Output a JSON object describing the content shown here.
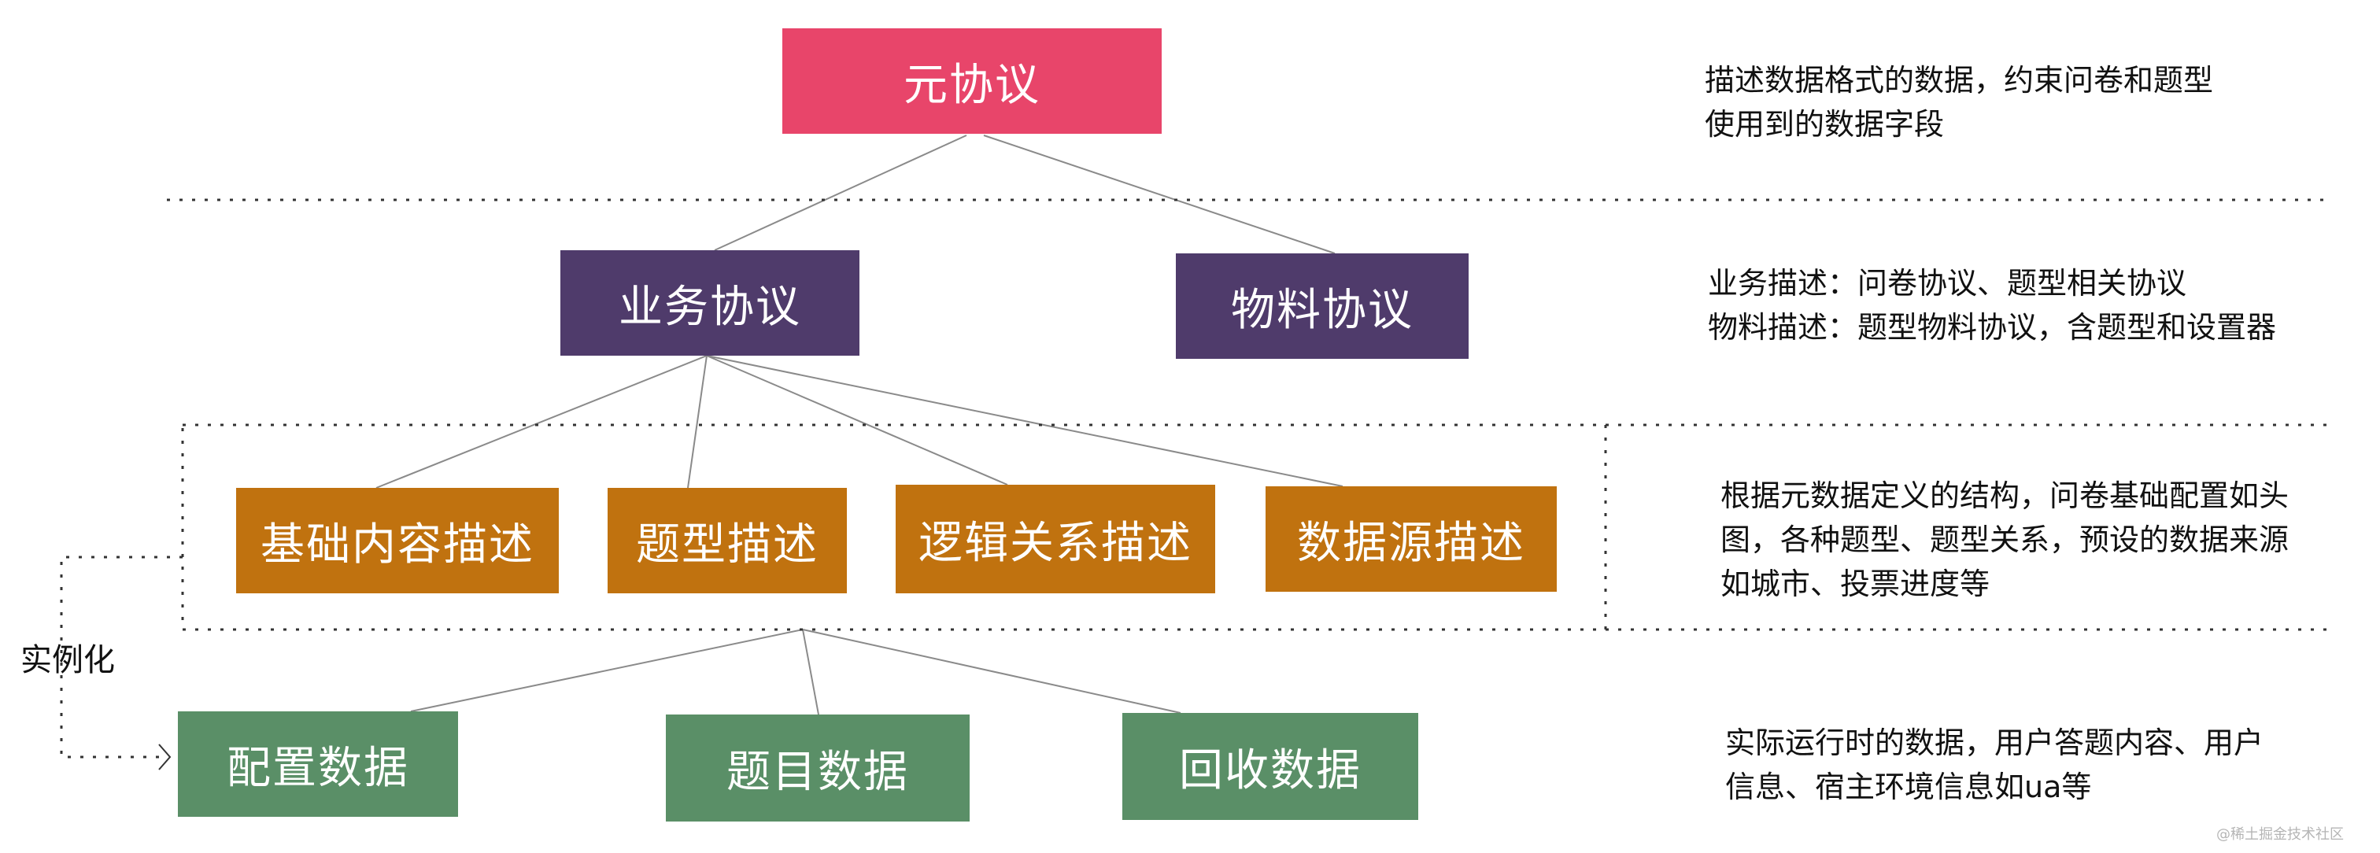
{
  "colors": {
    "meta": "#e8456a",
    "protocol": "#4f3b6b",
    "describe": "#c0720f",
    "data": "#5a8f67"
  },
  "nodes": {
    "meta_protocol": "元协议",
    "business_protocol": "业务协议",
    "material_protocol": "物料协议",
    "basic_content_desc": "基础内容描述",
    "question_type_desc": "题型描述",
    "logic_relation_desc": "逻辑关系描述",
    "datasource_desc": "数据源描述",
    "config_data": "配置数据",
    "question_data": "题目数据",
    "collect_data": "回收数据"
  },
  "side_label": "实例化",
  "descriptions": {
    "level1": [
      "描述数据格式的数据，约束问卷和题型",
      "使用到的数据字段"
    ],
    "level2": [
      "业务描述：问卷协议、题型相关协议",
      "物料描述：题型物料协议，含题型和设置器"
    ],
    "level3": [
      "根据元数据定义的结构，问卷基础配置如头",
      "图，各种题型、题型关系，预设的数据来源",
      "如城市、投票进度等"
    ],
    "level4": [
      "实际运行时的数据，用户答题内容、用户",
      "信息、宿主环境信息如ua等"
    ]
  },
  "watermark": "@稀土掘金技术社区"
}
